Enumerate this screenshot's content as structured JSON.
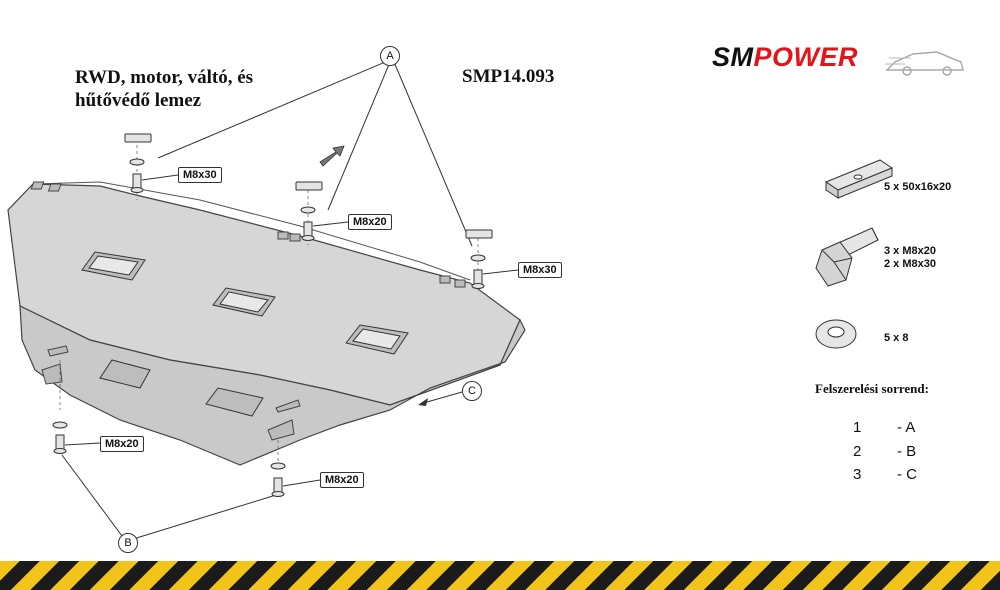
{
  "title": {
    "line1": "RWD, motor, váltó, és",
    "line2": "hűtővédő lemez"
  },
  "product_code": "SMP14.093",
  "logo": {
    "sm": "SM",
    "power": "POWER"
  },
  "callouts": {
    "a": "A",
    "b": "B",
    "c": "C"
  },
  "bolts": {
    "top_left": "M8x30",
    "top_middle": "M8x20",
    "top_right": "M8x30",
    "bottom_left": "M8x20",
    "bottom_right": "M8x20"
  },
  "hardware": {
    "plate": "5  x   50x16x20",
    "bolt_line1": "3  x    M8x20",
    "bolt_line2": "2  x    M8x30",
    "washer": "5   x   8"
  },
  "order": {
    "title": "Felszerelési sorrend:",
    "rows": [
      {
        "num": "1",
        "step": "- A"
      },
      {
        "num": "2",
        "step": "- B"
      },
      {
        "num": "3",
        "step": "- C"
      }
    ]
  },
  "colors": {
    "brand_red": "#e3151a",
    "plate_fill": "#d9d9d9",
    "hazard_yellow": "#f2c318"
  }
}
